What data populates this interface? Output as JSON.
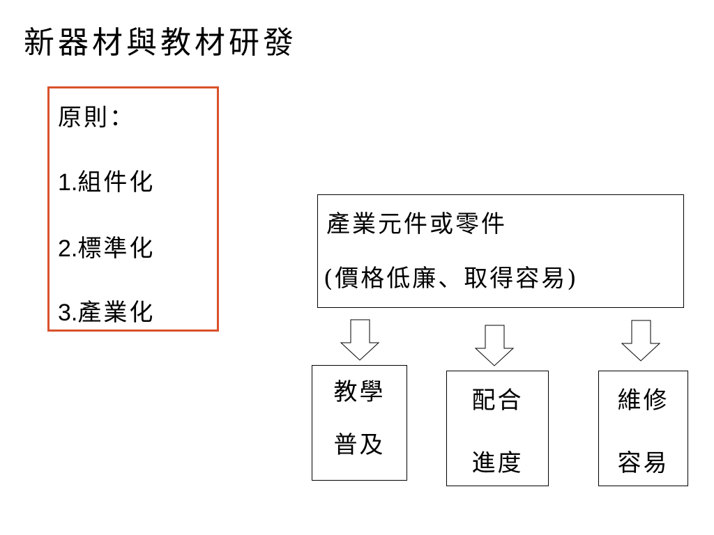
{
  "title": "新器材與教材研發",
  "principles": {
    "heading": "原則：",
    "items": [
      {
        "num": "1.",
        "text": "組件化"
      },
      {
        "num": "2.",
        "text": "標準化"
      },
      {
        "num": "3.",
        "text": "產業化"
      }
    ]
  },
  "source_box": {
    "line1": "產業元件或零件",
    "line2": "(價格低廉、取得容易)"
  },
  "outcomes": [
    {
      "line1": "教學",
      "line2": "普及"
    },
    {
      "line1": "配合",
      "line2": "進度"
    },
    {
      "line1": "維修",
      "line2": "容易"
    }
  ],
  "colors": {
    "principles_border": "#d9512c",
    "text": "#000000",
    "arrow_fill": "#ffffff"
  },
  "icons": [
    "down-arrow-icon"
  ]
}
